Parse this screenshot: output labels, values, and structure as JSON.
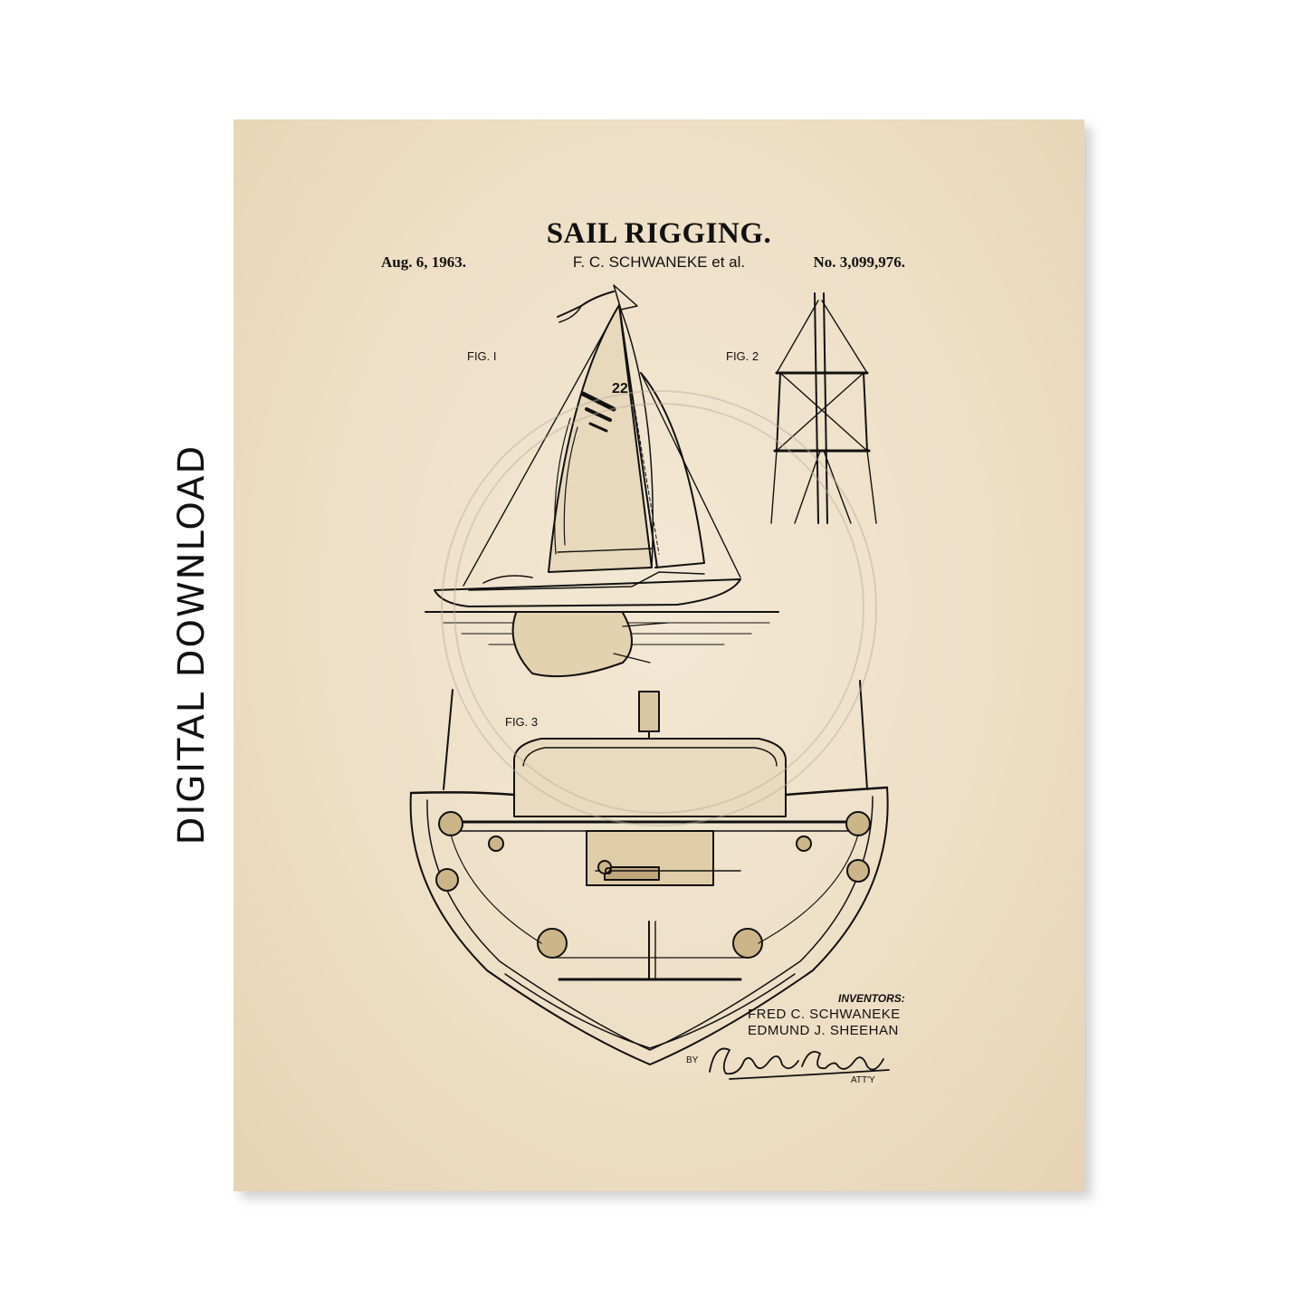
{
  "side_label": "DIGITAL DOWNLOAD",
  "poster": {
    "title": "SAIL RIGGING.",
    "date": "Aug. 6, 1963.",
    "inventor_short": "F. C. SCHWANEKE et al.",
    "patent_number": "No. 3,099,976.",
    "fig_labels": [
      "FIG. I",
      "FIG. 2",
      "FIG. 3"
    ],
    "inventors_heading": "INVENTORS:",
    "inventors": [
      "FRED C. SCHWANEKE",
      "EDMUND J. SHEEHAN"
    ],
    "by_label": "BY",
    "signature": "Ioston D. Harbaugh",
    "attorney_label": "ATT'Y",
    "sail_number": "22"
  },
  "colors": {
    "paper": "#eedfc6",
    "ink": "#111111",
    "background": "#ffffff"
  }
}
